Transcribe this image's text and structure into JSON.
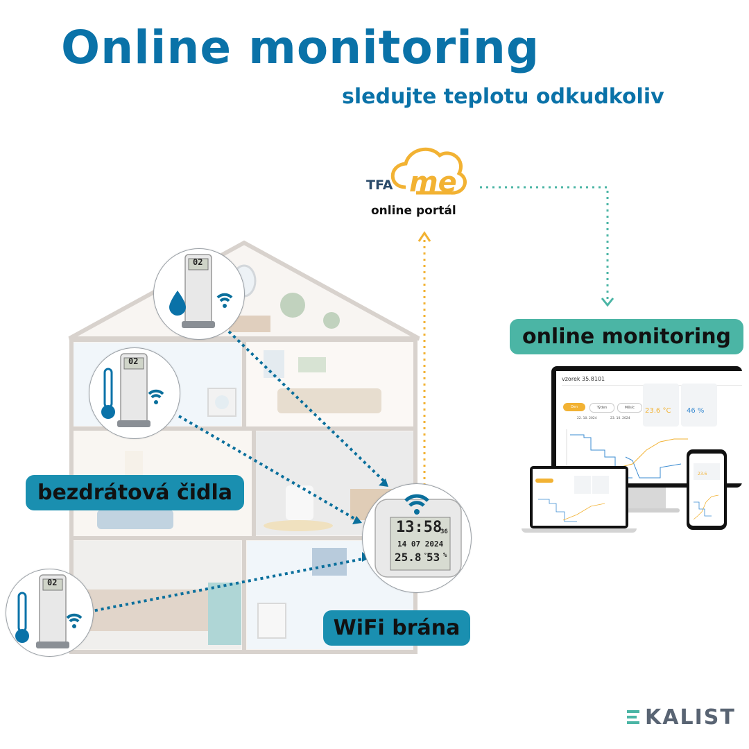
{
  "header": {
    "title": "Online monitoring",
    "subtitle": "sledujte teplotu odkudkoliv"
  },
  "portal": {
    "logo_text": "TFA",
    "logo_me": "me",
    "label": "online portál"
  },
  "labels": {
    "online_monitoring": "online monitoring",
    "sensors": "bezdrátová čidla",
    "gateway": "WiFi brána"
  },
  "sensor_display": "02",
  "gateway_display": {
    "time": "13:58",
    "seconds": "36",
    "date": "14 07 2024",
    "temp": "25.8",
    "temp_unit": "°C",
    "humidity": "53",
    "humidity_unit": "%"
  },
  "dashboard": {
    "device_name": "vzorek 35.8101",
    "tabs": [
      "Den",
      "Týden",
      "Měsíc"
    ],
    "temperature": "23.6 °C",
    "humidity": "46 %",
    "date_from": "22. 10. 2024",
    "date_to": "23. 10. 2024"
  },
  "brand": "KALIST",
  "colors": {
    "primary_blue": "#0a72a8",
    "teal": "#4bb5a5",
    "sensor_pill": "#1a8fb0",
    "portal_arrow": "#f2b233",
    "house_outline": "#c9bfb8"
  }
}
